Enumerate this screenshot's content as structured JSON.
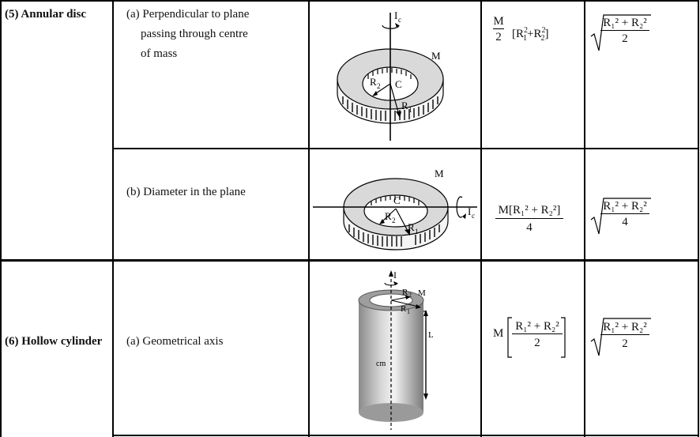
{
  "rows": [
    {
      "body": "(5) Annular disc",
      "axis_lines": [
        "(a) Perpendicular to plane",
        "passing through centre",
        "of mass"
      ],
      "figure_labels": {
        "axis": "I",
        "axis_sub": "c",
        "mass": "M",
        "center": "C",
        "r_inner": "R",
        "r_inner_sub": "2",
        "r_outer": "R",
        "r_outer_sub": "1"
      },
      "moment": {
        "numerator": "M",
        "denominator": "2",
        "bracket": "[R",
        "sq": "2",
        "sub1": "1",
        "plus": "+R",
        "sub2": "2",
        "close": "]"
      },
      "radius_of_gyration": {
        "numerator": "R₁² + R₂²",
        "denominator": "2"
      }
    },
    {
      "axis_lines": [
        "(b) Diameter in the plane"
      ],
      "figure_labels": {
        "axis": "I",
        "axis_sub": "c",
        "mass": "M",
        "center": "C",
        "r_inner": "R",
        "r_inner_sub": "2",
        "r_outer": "R",
        "r_outer_sub": "1"
      },
      "moment": {
        "numerator": "M[R₁² + R₂²]",
        "denominator": "4"
      },
      "radius_of_gyration": {
        "numerator": "R₁² + R₂²",
        "denominator": "4"
      }
    },
    {
      "body": "(6) Hollow cylinder",
      "axis_lines": [
        "(a) Geometrical axis"
      ],
      "figure_labels": {
        "axis": "I",
        "mass": "M",
        "r_inner": "R",
        "r_inner_sub": "2",
        "r_outer": "R",
        "r_outer_sub": "1",
        "length": "L",
        "cm": "cm"
      },
      "moment": {
        "prefix": "M",
        "numerator": "R₁² + R₂²",
        "denominator": "2"
      },
      "radius_of_gyration": {
        "numerator": "R₁² + R₂²",
        "denominator": "2"
      }
    }
  ]
}
